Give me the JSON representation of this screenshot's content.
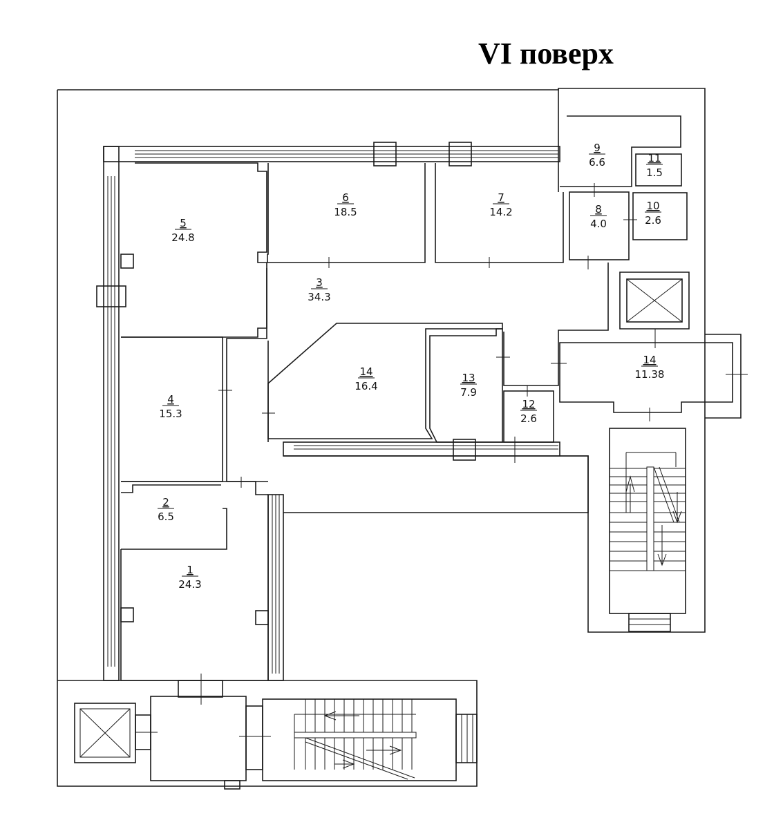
{
  "title": "VI поверх",
  "rooms": [
    {
      "id": "room-1",
      "num": "1",
      "area": "24.3"
    },
    {
      "id": "room-2",
      "num": "2",
      "area": "6.5"
    },
    {
      "id": "room-3",
      "num": "3",
      "area": "34.3"
    },
    {
      "id": "room-4",
      "num": "4",
      "area": "15.3"
    },
    {
      "id": "room-5",
      "num": "5",
      "area": "24.8"
    },
    {
      "id": "room-6",
      "num": "6",
      "area": "18.5"
    },
    {
      "id": "room-7",
      "num": "7",
      "area": "14.2"
    },
    {
      "id": "room-8",
      "num": "8",
      "area": "4.0"
    },
    {
      "id": "room-9",
      "num": "9",
      "area": "6.6"
    },
    {
      "id": "room-10",
      "num": "10",
      "area": "2.6"
    },
    {
      "id": "room-11",
      "num": "11",
      "area": "1.5"
    },
    {
      "id": "room-12",
      "num": "12",
      "area": "2.6"
    },
    {
      "id": "room-13",
      "num": "13",
      "area": "7.9"
    },
    {
      "id": "room-14a",
      "num": "14",
      "area": "16.4"
    },
    {
      "id": "room-14b",
      "num": "14",
      "area": "11.38"
    }
  ]
}
